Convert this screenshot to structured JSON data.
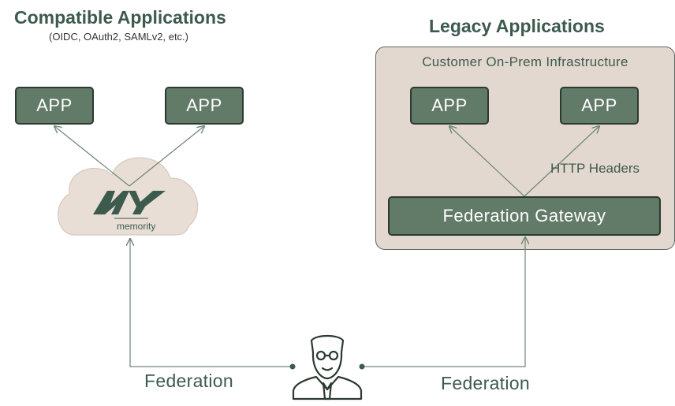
{
  "compatible": {
    "title": "Compatible Applications",
    "subtitle": "(OIDC, OAuth2, SAMLv2, etc.)",
    "apps": [
      "APP",
      "APP"
    ],
    "idp_logo_text": "memority"
  },
  "legacy": {
    "title": "Legacy Applications",
    "infrastructure_label": "Customer On-Prem Infrastructure",
    "apps": [
      "APP",
      "APP"
    ],
    "edge_label": "HTTP Headers",
    "gateway_label": "Federation Gateway"
  },
  "user": {
    "icon": "user-with-glasses-icon",
    "left_label": "Federation",
    "right_label": "Federation"
  },
  "colors": {
    "heading": "#3d5b4d",
    "box_fill": "#627a68",
    "box_border": "#2c3a31",
    "infra_fill": "#e3d8cf",
    "cloud_fill": "#e8ded6",
    "connector": "#6f8676"
  }
}
